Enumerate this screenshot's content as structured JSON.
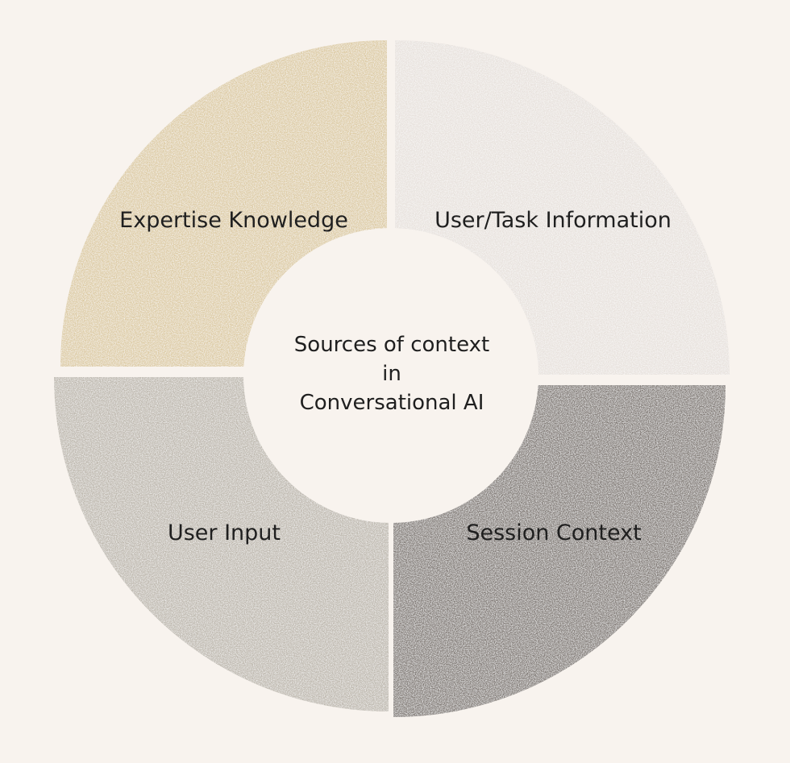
{
  "diagram": {
    "center": {
      "lines": [
        "Sources of context",
        "in",
        "Conversational AI"
      ]
    },
    "segments": [
      {
        "label": "Expertise Knowledge",
        "color": "#dccaa2"
      },
      {
        "label": "User/Task Information",
        "color": "#e7e1dc"
      },
      {
        "label": "Session Context",
        "color": "#7f7873"
      },
      {
        "label": "User Input",
        "color": "#bdb7ad"
      }
    ],
    "colors": {
      "background": "#f8f3ee",
      "hole": "#f8f3ee",
      "text": "#1f1f1f"
    }
  }
}
